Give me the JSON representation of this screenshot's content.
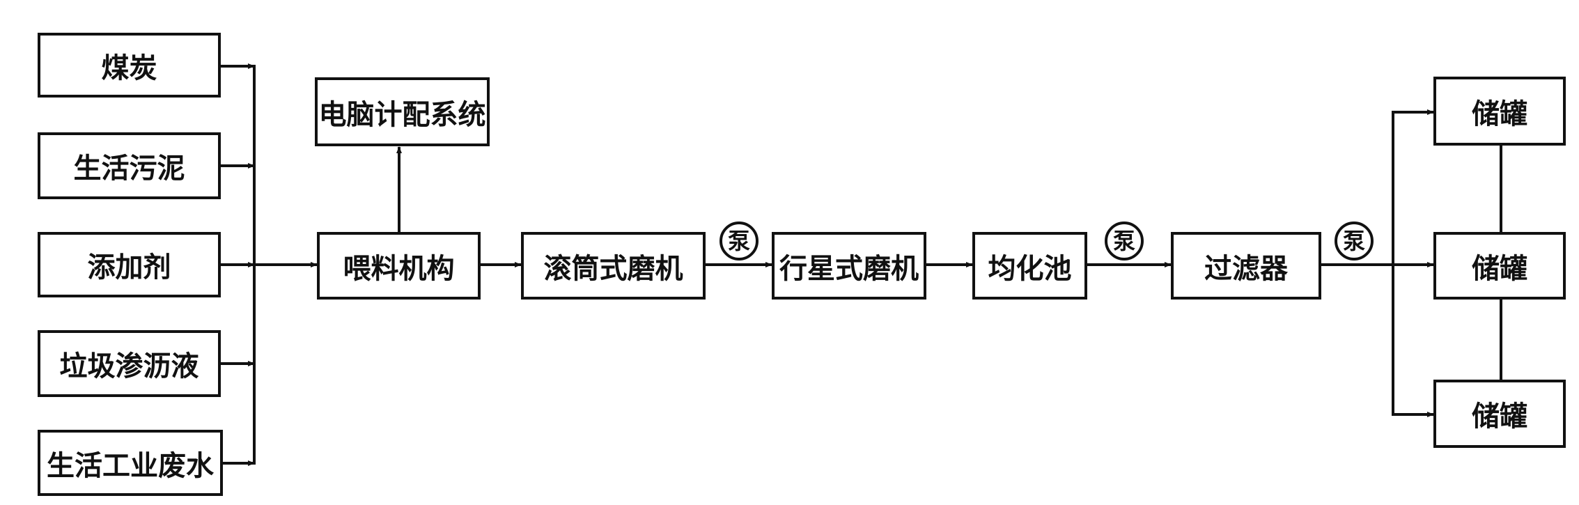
{
  "inputs": [
    "煤炭",
    "生活污泥",
    "添加剂",
    "垃圾渗沥液",
    "生活工业废水"
  ],
  "computer": "电脑计配系统",
  "feeder": "喂料机构",
  "process": [
    "滚筒式磨机",
    "行星式磨机",
    "均化池",
    "过滤器"
  ],
  "pumps": [
    "泵",
    "泵",
    "泵"
  ],
  "tanks": [
    "储罐",
    "储罐",
    "储罐"
  ]
}
